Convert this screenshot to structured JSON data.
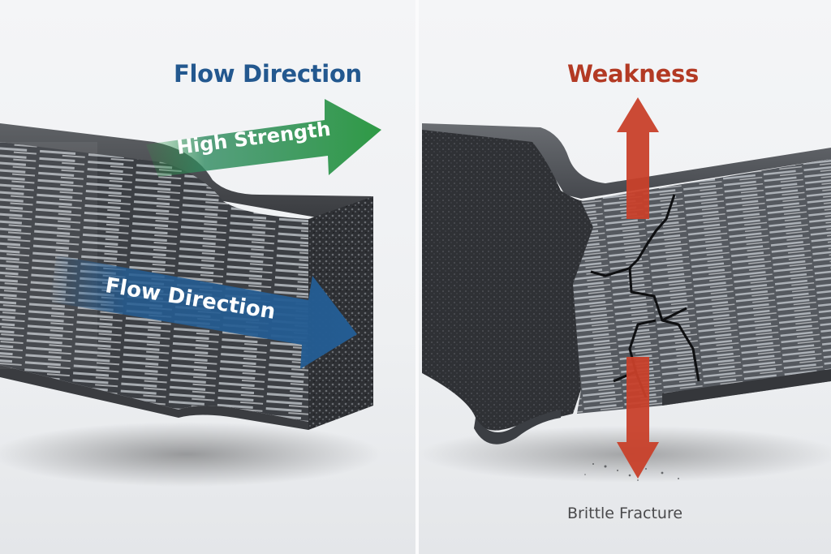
{
  "left_panel": {
    "title": "Flow Direction",
    "title_color": "#23588f",
    "green_arrow": {
      "label": "High Strength",
      "color": "#2f9a45",
      "icon": "arrow-right-icon"
    },
    "blue_arrow": {
      "label": "Flow Direction",
      "color": "#245c92",
      "icon": "arrow-right-icon"
    },
    "specimen": "fiber-reinforced section, fibers aligned with flow"
  },
  "right_panel": {
    "title": "Weakness",
    "title_color": "#b33a24",
    "red_arrow": {
      "color": "#c8402a",
      "icon": "double-arrow-vertical-icon"
    },
    "caption": "Brittle Fracture",
    "specimen": "cracked section, fracture across fibers"
  }
}
